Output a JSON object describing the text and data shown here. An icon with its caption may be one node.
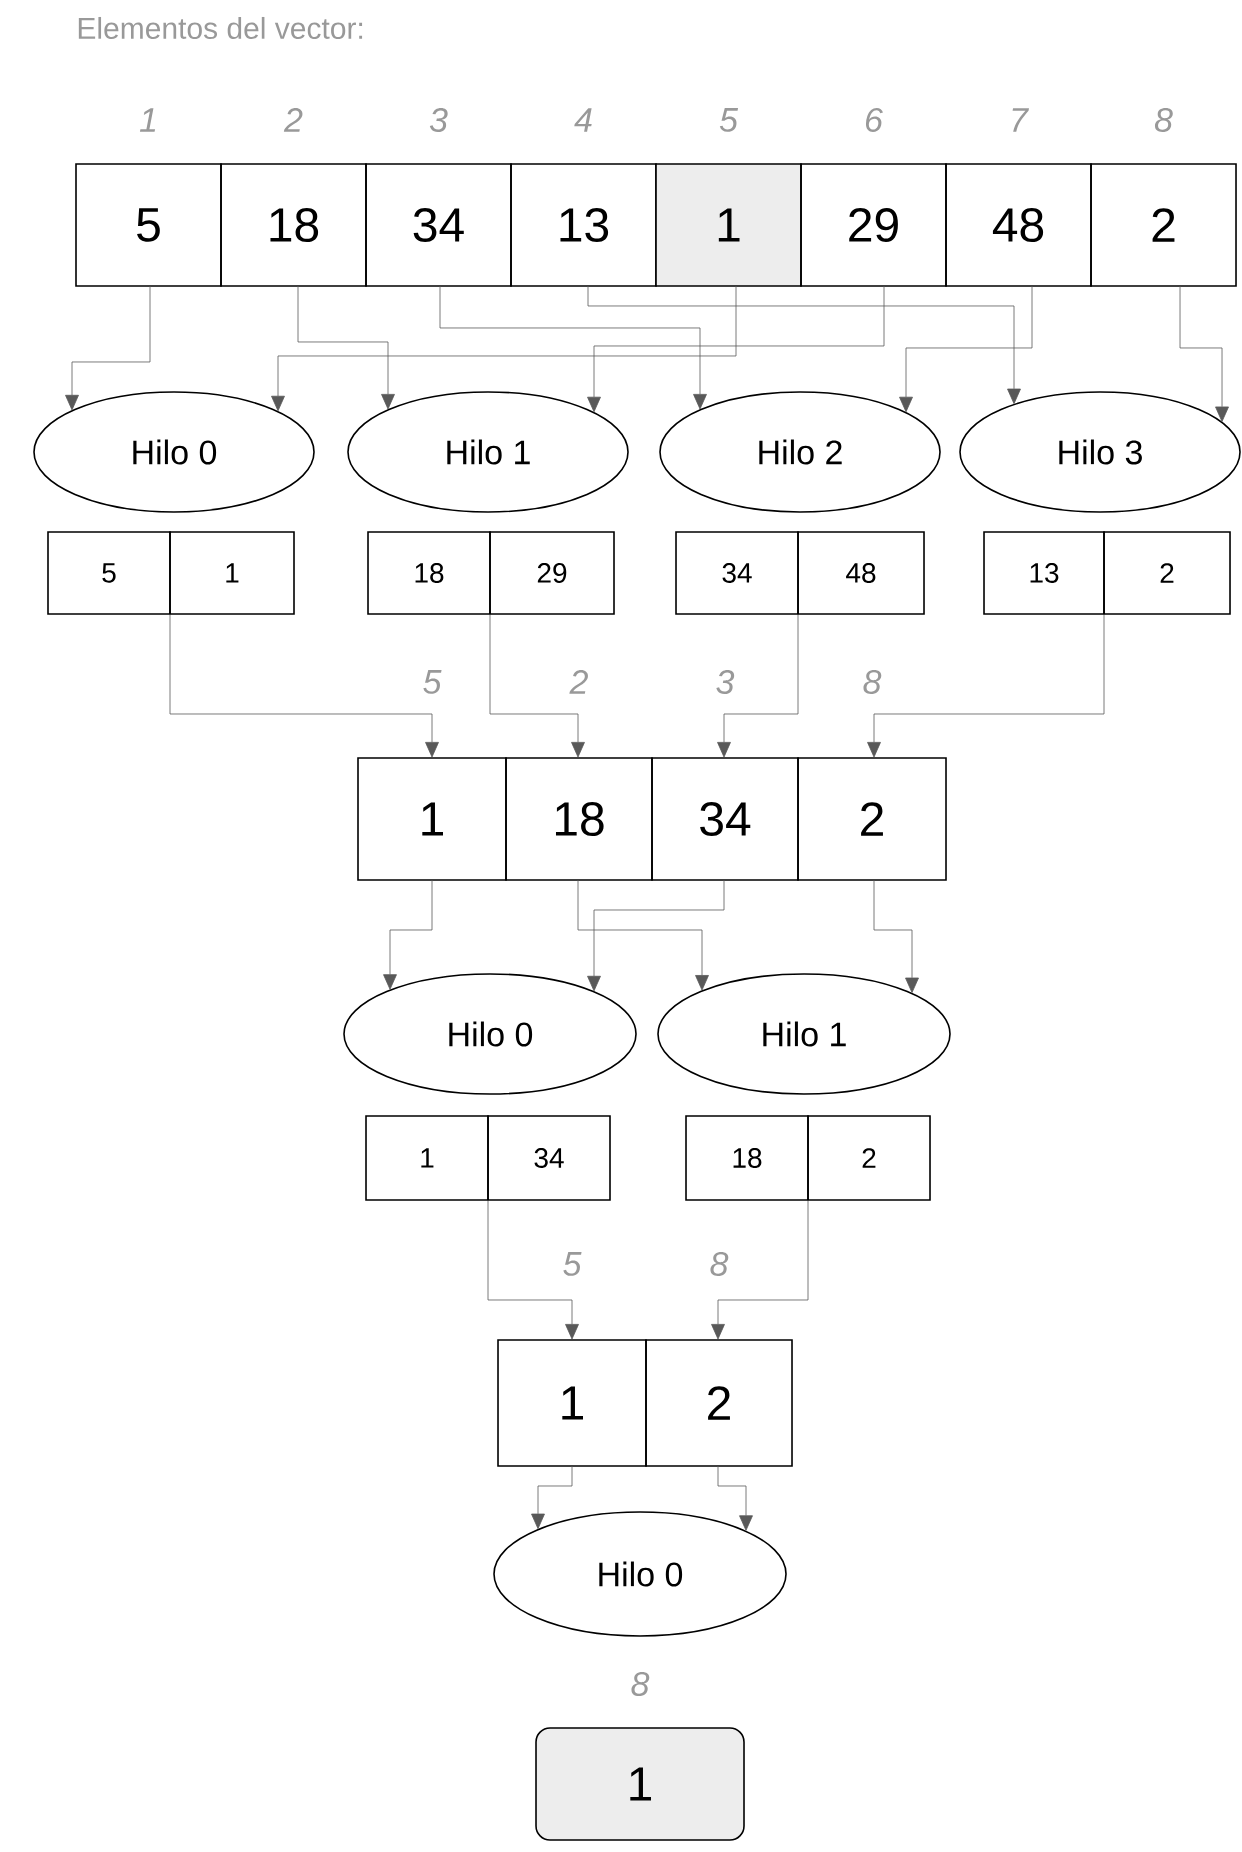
{
  "diagram": {
    "title": "Elementos del vector:",
    "nodes": [
      {
        "text": [
          "5"
        ],
        "beside": [
          "1"
        ]
      },
      {
        "text": [
          "18"
        ],
        "beside": [
          "2"
        ]
      },
      {
        "text": [
          "34"
        ],
        "beside": [
          "3"
        ]
      },
      {
        "text": [
          "13"
        ],
        "beside": [
          "4"
        ]
      },
      {
        "text": [
          "1"
        ],
        "beside": [
          "5"
        ]
      },
      {
        "text": [
          "29"
        ],
        "beside": [
          "6"
        ]
      },
      {
        "text": [
          "48"
        ],
        "beside": [
          "7"
        ]
      },
      {
        "text": [
          "2"
        ],
        "beside": [
          "8"
        ]
      },
      {
        "text": [
          "Hilo 0"
        ]
      },
      {
        "text": [
          "Hilo 1"
        ]
      },
      {
        "text": [
          "Hilo 2"
        ]
      },
      {
        "text": [
          "Hilo 3"
        ]
      },
      {
        "text": [
          "5"
        ]
      },
      {
        "text": [
          "1"
        ]
      },
      {
        "text": [
          "18"
        ]
      },
      {
        "text": [
          "29"
        ]
      },
      {
        "text": [
          "34"
        ]
      },
      {
        "text": [
          "48"
        ]
      },
      {
        "text": [
          "13"
        ]
      },
      {
        "text": [
          "2"
        ]
      },
      {
        "text": [
          "1"
        ],
        "beside": [
          "5"
        ]
      },
      {
        "text": [
          "18"
        ],
        "beside": [
          "2"
        ]
      },
      {
        "text": [
          "34"
        ],
        "beside": [
          "3"
        ]
      },
      {
        "text": [
          "2"
        ],
        "beside": [
          "8"
        ]
      },
      {
        "text": [
          "Hilo 0"
        ]
      },
      {
        "text": [
          "Hilo 1"
        ]
      },
      {
        "text": [
          "1"
        ]
      },
      {
        "text": [
          "34"
        ]
      },
      {
        "text": [
          "18"
        ]
      },
      {
        "text": [
          "2"
        ]
      },
      {
        "text": [
          "1"
        ],
        "beside": [
          "5"
        ]
      },
      {
        "text": [
          "2"
        ],
        "beside": [
          "8"
        ]
      },
      {
        "text": [
          "Hilo 0"
        ]
      },
      {
        "text": [
          "1"
        ],
        "beside": [
          "8"
        ]
      }
    ],
    "edges": [
      {
        "from": 0,
        "to": 8,
        "arrow": "to"
      },
      {
        "from": 1,
        "to": 9,
        "arrow": "to"
      },
      {
        "from": 2,
        "to": 10,
        "arrow": "to"
      },
      {
        "from": 3,
        "to": 11,
        "arrow": "to"
      },
      {
        "from": 4,
        "to": 8,
        "arrow": "to"
      },
      {
        "from": 5,
        "to": 9,
        "arrow": "to"
      },
      {
        "from": 6,
        "to": 10,
        "arrow": "to"
      },
      {
        "from": 7,
        "to": 11,
        "arrow": "to"
      },
      {
        "from": 13,
        "to": 20,
        "arrow": "to"
      },
      {
        "from": 14,
        "to": 21,
        "arrow": "to"
      },
      {
        "from": 16,
        "to": 22,
        "arrow": "to"
      },
      {
        "from": 19,
        "to": 23,
        "arrow": "to"
      },
      {
        "from": 20,
        "to": 24,
        "arrow": "to"
      },
      {
        "from": 21,
        "to": 25,
        "arrow": "to"
      },
      {
        "from": 22,
        "to": 24,
        "arrow": "to"
      },
      {
        "from": 23,
        "to": 25,
        "arrow": "to"
      },
      {
        "from": 26,
        "to": 30,
        "arrow": "to"
      },
      {
        "from": 29,
        "to": 31,
        "arrow": "to"
      },
      {
        "from": 30,
        "to": 32,
        "arrow": "to"
      },
      {
        "from": 31,
        "to": 32,
        "arrow": "to"
      }
    ]
  }
}
